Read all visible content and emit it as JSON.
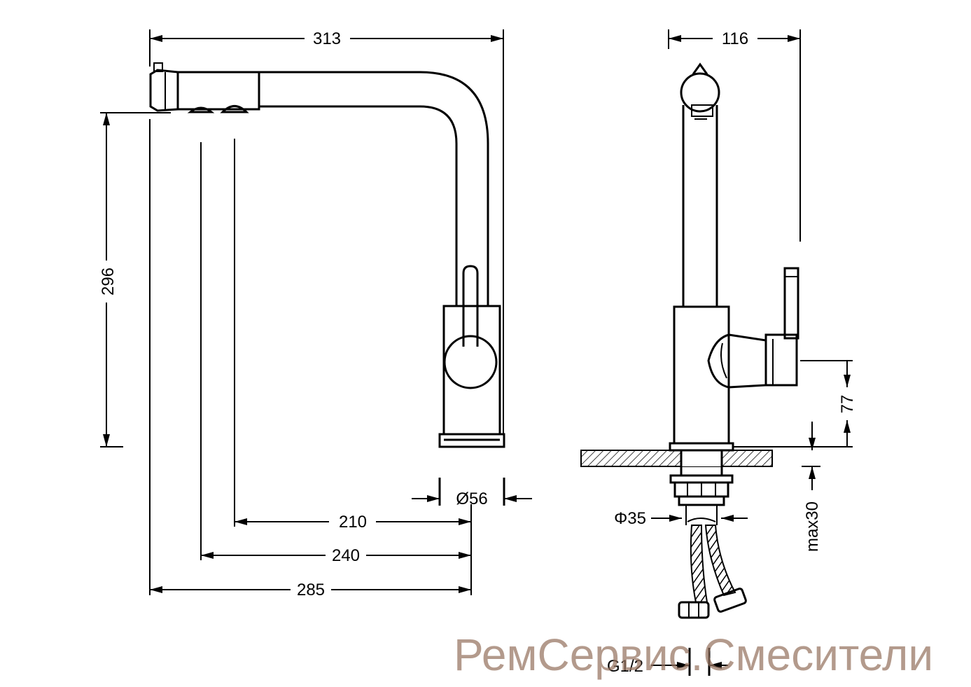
{
  "watermark": "РемСервис.Смесители",
  "dimensions": {
    "front_width": "313",
    "front_height": "296",
    "diameter_base": "Ø56",
    "reach_210": "210",
    "reach_240": "240",
    "reach_285": "285",
    "side_width": "116",
    "handle_height": "77",
    "shank_diameter": "Φ35",
    "max_thickness": "max30",
    "thread": "G1/2"
  },
  "colors": {
    "line": "#000000",
    "watermark": "#96735f"
  }
}
